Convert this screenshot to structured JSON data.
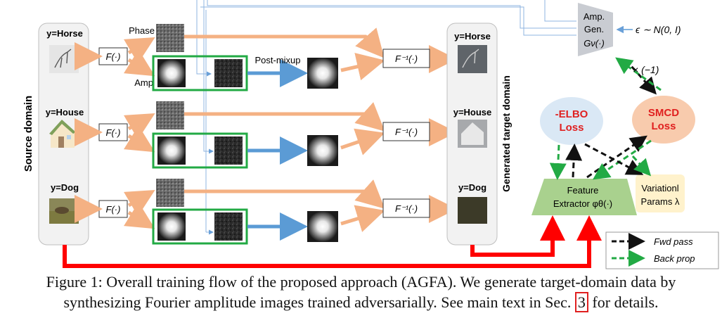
{
  "source_panel": {
    "title": "Source domain",
    "rows": [
      {
        "label": "y=Horse",
        "op": "F(·)"
      },
      {
        "label": "y=House",
        "op": "F(·)"
      },
      {
        "label": "y=Dog",
        "op": "F(·)"
      }
    ]
  },
  "phase_label": "Phase",
  "amp_label": "Amp",
  "post_mixup_label": "Post-mixup",
  "inverse_op": "F⁻¹(·)",
  "target_panel": {
    "title": "Generated target domain",
    "labels": [
      "y=Horse",
      "y=House",
      "y=Dog"
    ]
  },
  "amp_gen": {
    "line1": "Amp.",
    "line2": "Gen.",
    "line3": "Gν(·)"
  },
  "noise_label": "ϵ ∼ N(0, I)",
  "times_label": "× (−1)",
  "elbo_loss": {
    "line1": "-ELBO",
    "line2": "Loss"
  },
  "smcd_loss": {
    "line1": "SMCD",
    "line2": "Loss"
  },
  "feature_extractor": {
    "line1": "Feature",
    "line2": "Extractor φθ(·)"
  },
  "variational": {
    "line1": "Variationl",
    "line2": "Params λ"
  },
  "legend": {
    "fwd": "Fwd pass",
    "back": "Back prop"
  },
  "caption": {
    "line1": "Figure 1: Overall training flow of the proposed approach (AGFA). We generate target-domain data by",
    "line2_pre": "synthesizing Fourier amplitude images trained adversarially. See main text in Sec.",
    "ref": "3",
    "line2_post": "for details."
  },
  "colors": {
    "orange_arrow": "#f4b183",
    "blue_arrow": "#5b9bd5",
    "red_arrow": "#ff0000",
    "green_box": "#22aa44",
    "elbo_fill": "#dae8f5",
    "smcd_fill": "#f8cbad",
    "loss_text": "#e02020",
    "feature_fill": "#a9d18e",
    "variational_fill": "#fff2cc",
    "amp_gen_fill": "#c9ccd2"
  }
}
